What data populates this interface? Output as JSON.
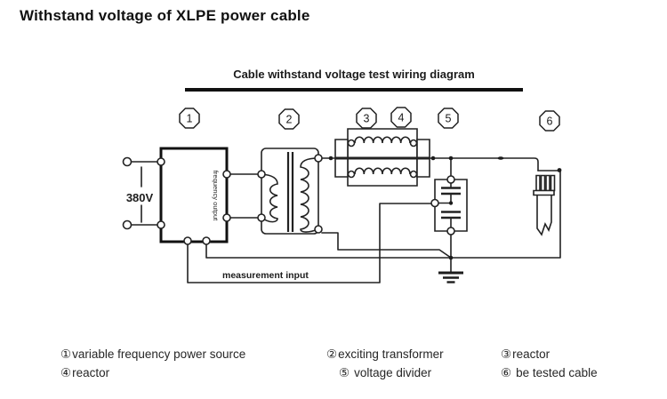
{
  "page": {
    "title": "Withstand voltage of XLPE power cable"
  },
  "diagram": {
    "title": "Cable withstand voltage test wiring diagram",
    "badges": [
      "1",
      "2",
      "3",
      "4",
      "5",
      "6"
    ],
    "labels": {
      "source_voltage": "380V",
      "frequency_output": "frequency output",
      "measurement_input": "measurement input"
    }
  },
  "legend": {
    "items": [
      {
        "num": "①",
        "label": "variable frequency power source"
      },
      {
        "num": "②",
        "label": "exciting transformer"
      },
      {
        "num": "③",
        "label": "reactor"
      },
      {
        "num": "④",
        "label": "reactor"
      },
      {
        "num": "⑤",
        "label": "voltage divider"
      },
      {
        "num": "⑥",
        "label": "be tested cable"
      }
    ]
  },
  "colors": {
    "ink": "#1c1c1c"
  }
}
